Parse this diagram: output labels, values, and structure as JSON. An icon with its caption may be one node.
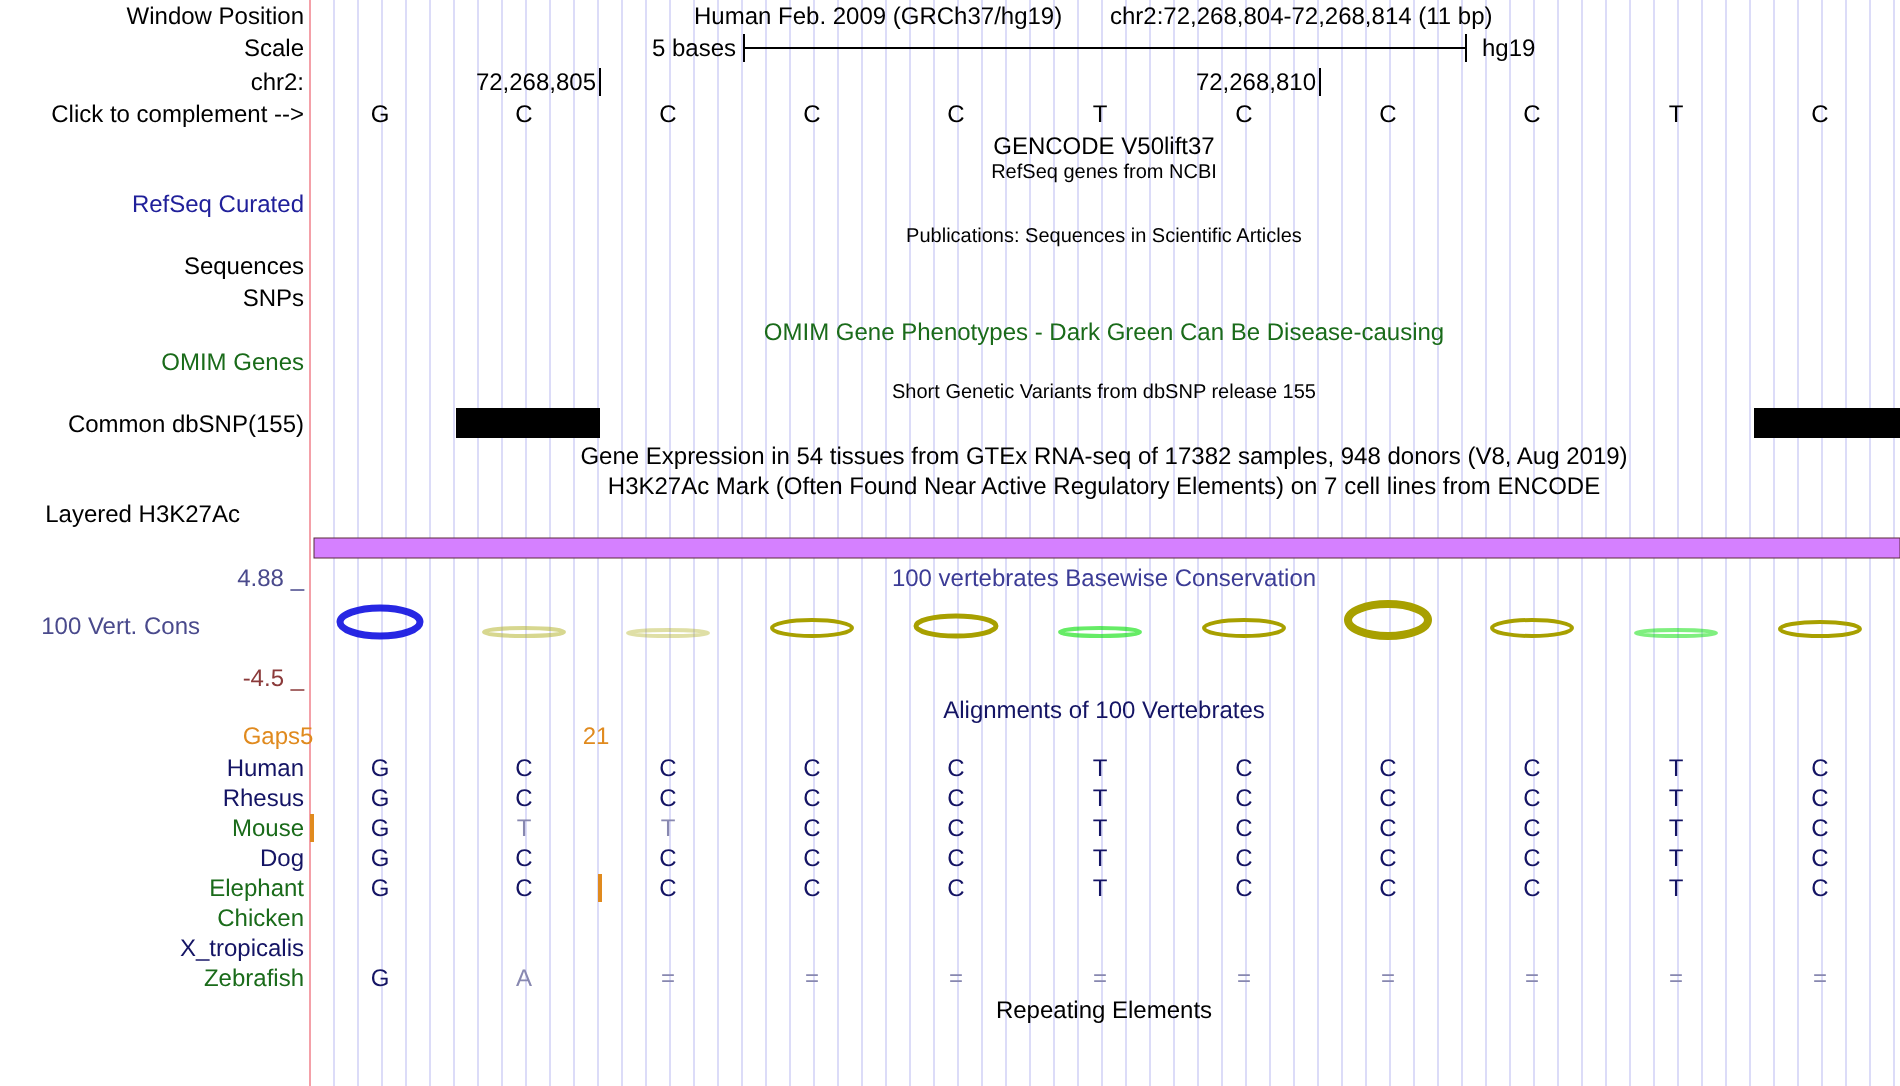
{
  "diagram": {
    "labels": [
      "Window Position",
      "Human Feb. 2009 (GRCh37/hg19)",
      "chr2:72,268,804-72,268,814 (11 bp)",
      "Scale",
      "5 bases",
      "hg19",
      "chr2:",
      "72,268,805",
      "72,268,810",
      "Click to complement -->",
      "G",
      "C",
      "C",
      "C",
      "C",
      "T",
      "C",
      "C",
      "C",
      "T",
      "C",
      "GENCODE V50lift37",
      "RefSeq genes from NCBI",
      "RefSeq Curated",
      "Publications: Sequences in Scientific Articles",
      "Sequences",
      "SNPs",
      "OMIM Gene Phenotypes - Dark Green Can Be Disease-causing",
      "OMIM Genes",
      "Short Genetic Variants from dbSNP release 155",
      "Common dbSNP(155)",
      "Gene Expression in 54 tissues from GTEx RNA-seq of 17382 samples, 948 donors (V8, Aug 2019)",
      "H3K27Ac Mark (Often Found Near Active Regulatory Elements) on 7 cell lines from ENCODE",
      "Layered H3K27Ac",
      "4.88 _",
      "100 vertebrates Basewise Conservation",
      "100 Vert. Cons",
      "-4.5 _",
      "Alignments of 100 Vertebrates",
      "Gaps",
      "5",
      "21",
      "Human",
      "G",
      "C",
      "C",
      "C",
      "C",
      "T",
      "C",
      "C",
      "C",
      "T",
      "C",
      "Rhesus",
      "G",
      "C",
      "C",
      "C",
      "C",
      "T",
      "C",
      "C",
      "C",
      "T",
      "C",
      "Mouse",
      "G",
      "T",
      "T",
      "C",
      "C",
      "T",
      "C",
      "C",
      "C",
      "T",
      "C",
      "Dog",
      "G",
      "C",
      "C",
      "C",
      "C",
      "T",
      "C",
      "C",
      "C",
      "T",
      "C",
      "Elephant",
      "G",
      "C",
      "C",
      "C",
      "C",
      "T",
      "C",
      "C",
      "C",
      "T",
      "C",
      "Chicken",
      "X_tropicalis",
      "Zebrafish",
      "G",
      "A",
      "=",
      "=",
      "=",
      "=",
      "=",
      "=",
      "=",
      "=",
      "=",
      "Repeating Elements"
    ]
  }
}
